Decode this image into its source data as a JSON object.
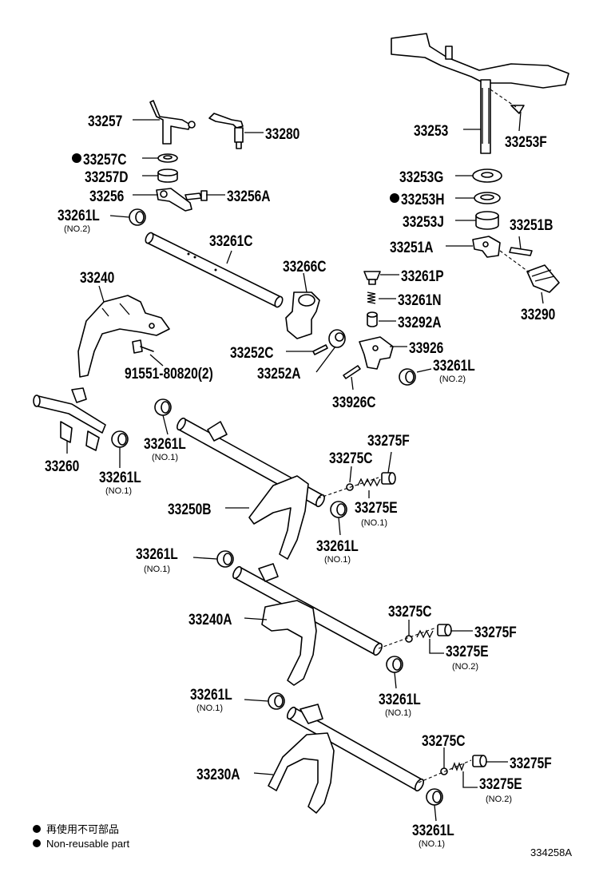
{
  "labels": {
    "p33257": "33257",
    "p33280": "33280",
    "p33257C": "33257C",
    "p33257D": "33257D",
    "p33256": "33256",
    "p33256A": "33256A",
    "p33261L_a": "33261L",
    "p33261C": "33261C",
    "p33240": "33240",
    "p33266C": "33266C",
    "p33252C": "33252C",
    "p33252A": "33252A",
    "p91551": "91551-80820(2)",
    "p33260": "33260",
    "p33261L_b": "33261L",
    "p33261L_c": "33261L",
    "p33250B": "33250B",
    "p33275C_a": "33275C",
    "p33275F_a": "33275F",
    "p33275E_a": "33275E",
    "p33261L_d": "33261L",
    "p33261L_e": "33261L",
    "p33253": "33253",
    "p33253F": "33253F",
    "p33253G": "33253G",
    "p33253H": "33253H",
    "p33253J": "33253J",
    "p33251B": "33251B",
    "p33251A": "33251A",
    "p33261P": "33261P",
    "p33261N": "33261N",
    "p33292A": "33292A",
    "p33290": "33290",
    "p33926": "33926",
    "p33261L_f": "33261L",
    "p33926C": "33926C",
    "p33240A": "33240A",
    "p33275C_b": "33275C",
    "p33275F_b": "33275F",
    "p33275E_b": "33275E",
    "p33261L_g": "33261L",
    "p33261L_h": "33261L",
    "p33230A": "33230A",
    "p33275C_c": "33275C",
    "p33275F_c": "33275F",
    "p33275E_c": "33275E",
    "p33261L_i": "33261L"
  },
  "sublabels": {
    "no2_a": "(NO.2)",
    "no1_b": "(NO.1)",
    "no1_c": "(NO.1)",
    "no1_e": "(NO.1)",
    "no1_d": "(NO.1)",
    "no1_275E": "(NO.1)",
    "no2_f": "(NO.2)",
    "no1_h": "(NO.1)",
    "no2_275E_b": "(NO.2)",
    "no1_g": "(NO.1)",
    "no2_275E_c": "(NO.2)",
    "no1_i": "(NO.1)"
  },
  "legend": {
    "jp": "再使用不可部品",
    "en": "Non-reusable part"
  },
  "diagram_code": "334258A"
}
